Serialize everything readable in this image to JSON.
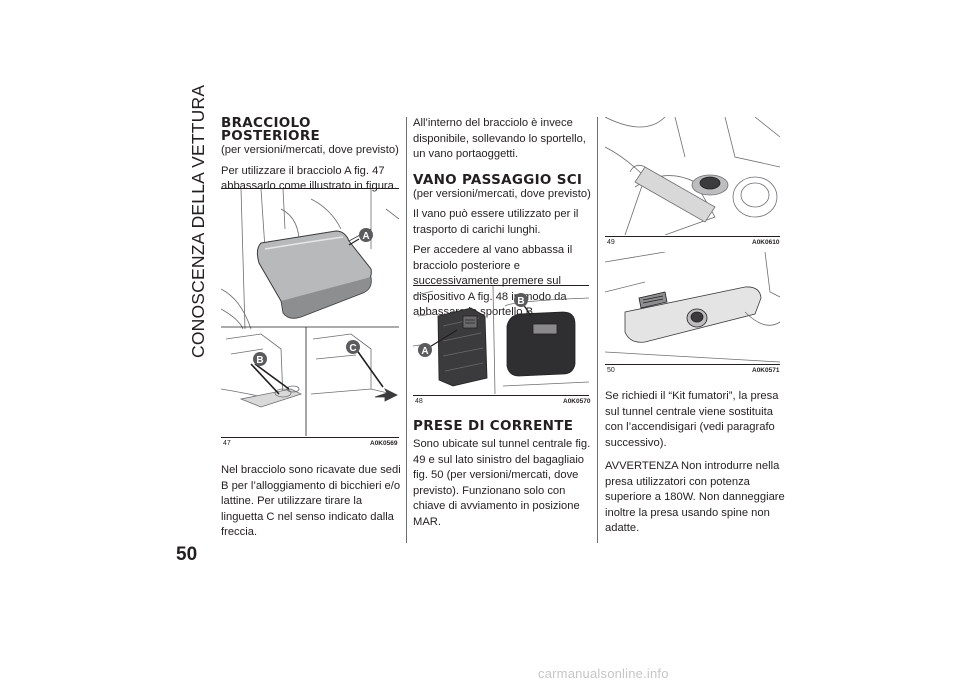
{
  "side_title": "CONOSCENZA DELLA VETTURA",
  "page_number": "50",
  "col1": {
    "heading": [
      "BRACCIOLO",
      "POSTERIORE"
    ],
    "p1": "(per versioni/mercati, dove previsto)",
    "p2": "Per utilizzare il bracciolo A fig. 47 abbassarlo come illustrato in figura.",
    "fig": {
      "number": "47",
      "code": "A0K0569",
      "labels": [
        "A",
        "B",
        "C"
      ]
    },
    "p3": "Nel bracciolo sono ricavate due sedi B per l’alloggiamento di bicchieri e/o lattine. Per utilizzare tirare la linguetta C nel senso indicato dalla freccia."
  },
  "col2": {
    "p1": "All’interno del bracciolo è invece disponibile, sollevando lo sportello, un vano portaoggetti.",
    "heading1": "VANO PASSAGGIO SCI",
    "p2": "(per versioni/mercati, dove previsto)",
    "p3": "Il vano può essere utilizzato per il trasporto di carichi lunghi.",
    "p4": "Per accedere al vano abbassa il bracciolo posteriore e successivamente premere sul dispositivo A fig. 48 in modo da abbassare lo sportello B.",
    "fig": {
      "number": "48",
      "code": "A0K0570",
      "labels": [
        "A",
        "B"
      ]
    },
    "heading2": "PRESE DI CORRENTE",
    "p5": "Sono ubicate sul tunnel centrale fig. 49 e sul lato sinistro del bagagliaio fig. 50 (per versioni/mercati, dove previsto). Funzionano solo con chiave di avviamento in posizione MAR."
  },
  "col3": {
    "fig49": {
      "number": "49",
      "code": "A0K0610"
    },
    "fig50": {
      "number": "50",
      "code": "A0K0571"
    },
    "p1": "Se richiedi il “Kit fumatori”, la presa sul tunnel centrale viene sostituita con l’accendisigari (vedi paragrafo successivo).",
    "p2": "AVVERTENZA Non introdurre nella presa utilizzatori con potenza superiore a 180W. Non danneggiare inoltre la presa usando spine non adatte."
  },
  "footer": "carmanualsonline.info",
  "colors": {
    "text": "#231f20",
    "label_badge": "#5b5b5d",
    "rule": "#6d6e71",
    "watermark": "#c6c6c6"
  }
}
